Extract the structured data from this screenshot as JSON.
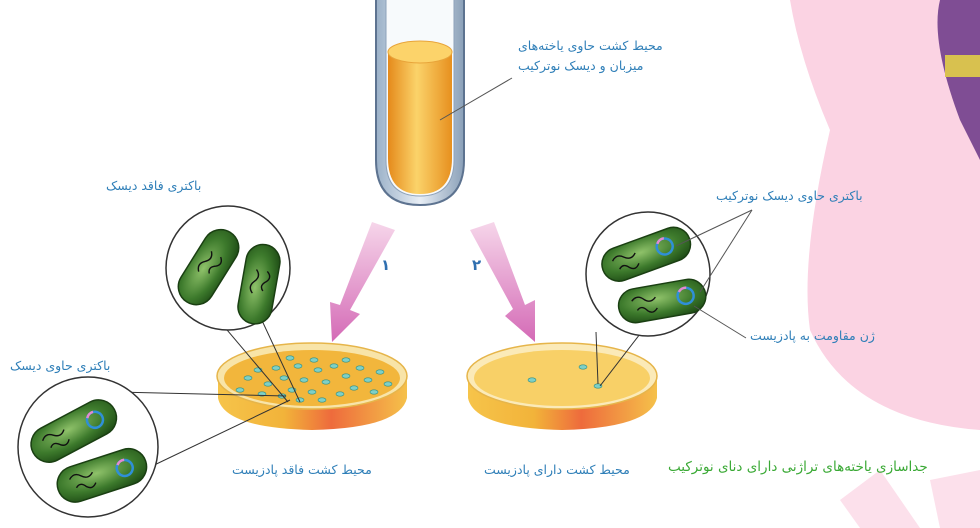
{
  "labels": {
    "tube_line1": "محیط کشت حاوی یاخته‌های",
    "tube_line2": "میزبان و دیسک نوترکیب",
    "bacteria_no_disk": "باکتری فاقد دیسک",
    "bacteria_with_disk": "باکتری حاوی دیسک",
    "bacteria_recombinant_disk": "باکتری حاوی دیسک نوترکیب",
    "resistance_gene": "ژن مقاومت به پادزیست",
    "medium_no_antibiotic": "محیط کشت فاقد پادزیست",
    "medium_with_antibiotic": "محیط کشت دارای پادزیست",
    "caption": "جداسازی یاخته‌های تراژنی دارای دنای نوترکیب",
    "step1": "۱",
    "step2": "۲"
  },
  "colors": {
    "label_blue": "#2f7fb8",
    "caption_green": "#3aa935",
    "arrow_pink": "#d86bb8",
    "bacteria_green": "#3d7a2c",
    "medium_orange": "#f4b032",
    "background_pink": "#fbd3e3"
  }
}
